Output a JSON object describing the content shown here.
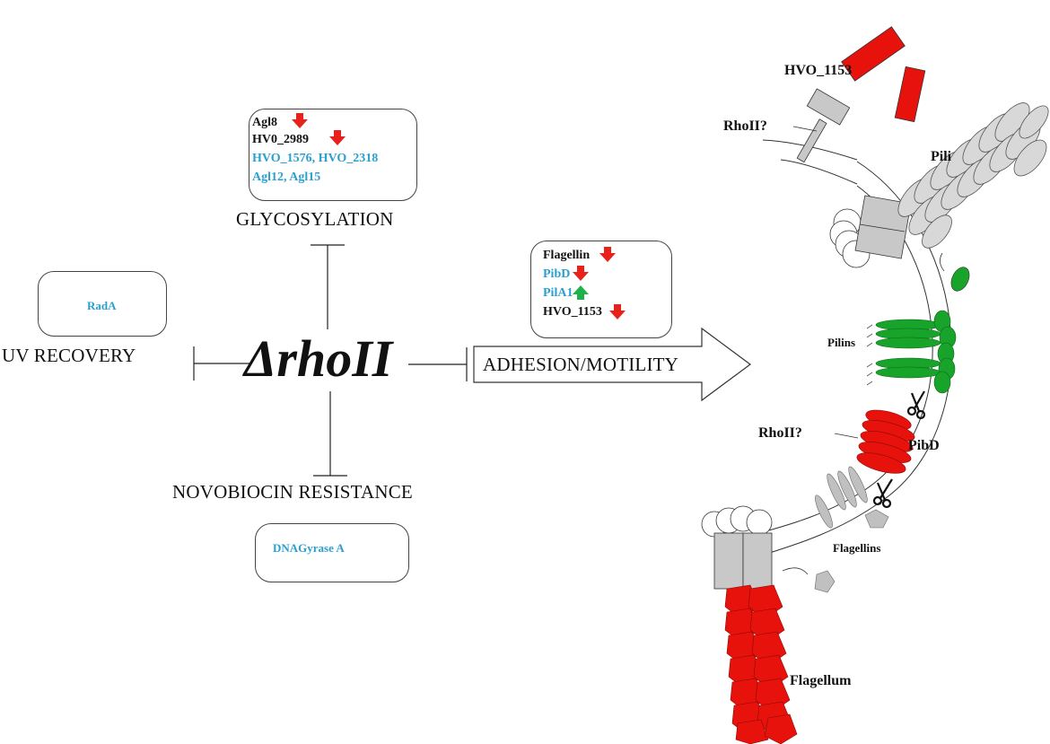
{
  "center": {
    "title": "ΔrhoII"
  },
  "glycosylation": {
    "label": "GLYCOSYLATION",
    "genes": [
      {
        "name": "Agl8",
        "color": "black",
        "change": "down"
      },
      {
        "name": "HV0_2989",
        "color": "black",
        "change": "down"
      },
      {
        "name": "HVO_1576, HVO_2318",
        "color": "blue",
        "change": "none"
      },
      {
        "name": "Agl12, Agl15",
        "color": "blue",
        "change": "none"
      }
    ]
  },
  "uv": {
    "label": "UV RECOVERY",
    "genes": [
      {
        "name": "RadA",
        "color": "blue"
      }
    ]
  },
  "novobiocin": {
    "label": "NOVOBIOCIN RESISTANCE",
    "genes": [
      {
        "name": "DNAGyrase A",
        "color": "blue"
      }
    ]
  },
  "adhesion": {
    "label": "ADHESION/MOTILITY",
    "genes": [
      {
        "name": "Flagellin",
        "color": "black",
        "change": "down"
      },
      {
        "name": "PibD",
        "color": "blue",
        "change": "down"
      },
      {
        "name": "PilA1",
        "color": "blue",
        "change": "up"
      },
      {
        "name": "HVO_1153",
        "color": "black",
        "change": "down"
      }
    ]
  },
  "cell": {
    "labels": {
      "hvo1153": "HVO_1153",
      "rhoii_top": "RhoII?",
      "pili": "Pili",
      "pilins": "Pilins",
      "rhoii_mid": "RhoII?",
      "pibd": "PibD",
      "flagellins": "Flagellins",
      "flagellum": "Flagellum"
    }
  },
  "colors": {
    "down_arrow": "#e8211a",
    "up_arrow": "#1db34a",
    "gene_blue": "#2a9fd0",
    "red_protein": "#e8120c",
    "green_protein": "#18a32a",
    "gray_protein": "#c8c8c8"
  }
}
